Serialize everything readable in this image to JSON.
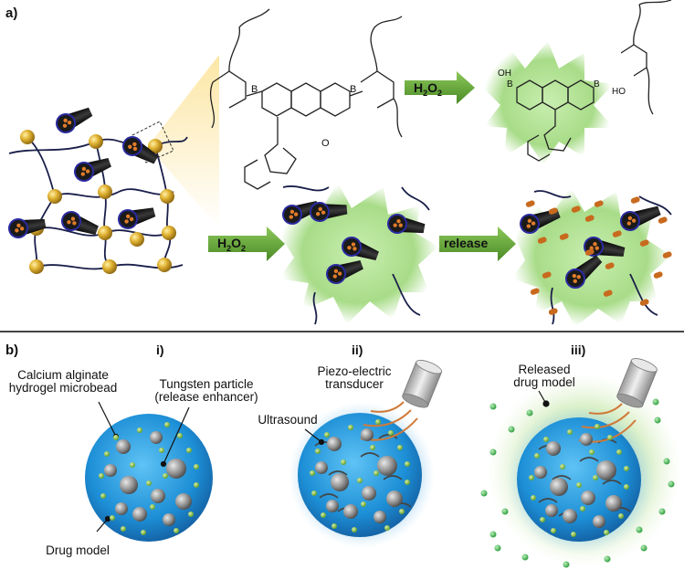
{
  "panel_a": {
    "label": "a)",
    "h2o2_top": "H",
    "h2o2_top_sub": "2",
    "h2o2_top_o": "O",
    "h2o2_top_sub2": "2",
    "h2o2_bottom": "H",
    "h2o2_bottom_sub": "2",
    "h2o2_bottom_o": "O",
    "h2o2_bottom_sub2": "2",
    "release": "release",
    "chem": {
      "B_left": "B",
      "B_right": "B",
      "B_prod": "B",
      "B_prod2": "B",
      "O": "O",
      "OH": "OH",
      "HO": "HO"
    }
  },
  "panel_b": {
    "label": "b)",
    "step_i": "i)",
    "step_ii": "ii)",
    "step_iii": "iii)",
    "microbead_line1": "Calcium alginate",
    "microbead_line2": "hydrogel microbead",
    "tungsten_line1": "Tungsten particle",
    "tungsten_line2": "(release enhancer)",
    "drug_model": "Drug model",
    "piezo_line1": "Piezo-electric",
    "piezo_line2": "transducer",
    "ultrasound": "Ultrasound",
    "released_line1": "Released",
    "released_line2": "drug model"
  },
  "colors": {
    "gold": "#d4a72c",
    "network": "#1a1f4a",
    "green_glow": "#9bd67c",
    "arrow_green": "#5a9a32",
    "bead_blue": "#1d8fd6",
    "particle_gray": "#8a8a8a",
    "drug_green": "#8fc43a",
    "drug_orange": "#c86a1e",
    "tube_black": "#1a1a1a",
    "tube_rim": "#2a2aa0"
  }
}
